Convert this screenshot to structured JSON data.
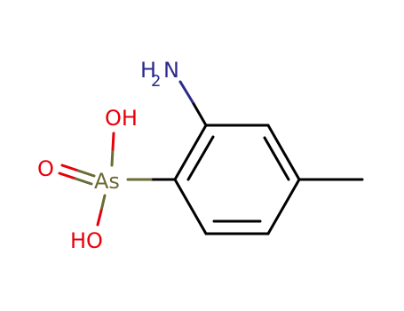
{
  "molecule": {
    "atoms": {
      "as": {
        "symbol": "As",
        "color": "#6b6b35"
      },
      "o_double": {
        "symbol": "O",
        "color": "#e8000b"
      },
      "oh_top": {
        "symbol": "OH",
        "color": "#e8000b"
      },
      "oh_bottom": {
        "symbol": "HO",
        "color": "#e8000b"
      },
      "nh2": {
        "symbol": "H",
        "subscript": "2",
        "symbol_after": "N",
        "color": "#2b2a8c"
      }
    },
    "colors": {
      "bond": "#000000",
      "background": "#ffffff"
    }
  }
}
